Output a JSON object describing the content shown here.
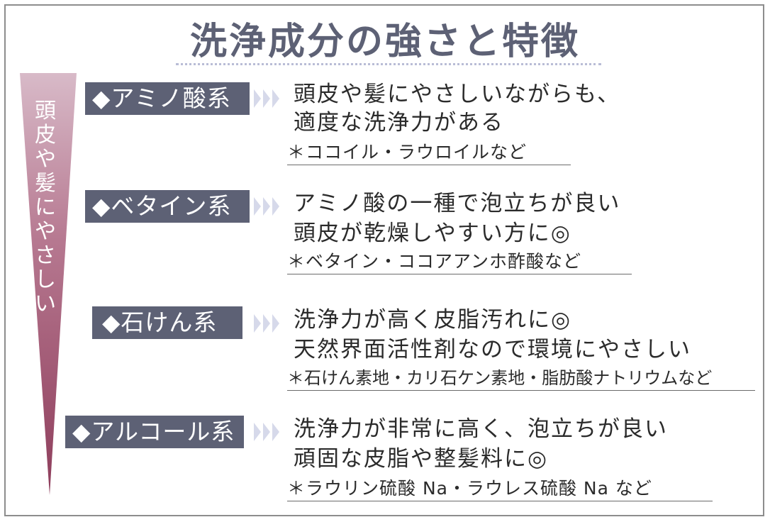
{
  "title": "洗浄成分の強さと特徴",
  "side_label": [
    "頭",
    "皮",
    "や",
    "髪",
    "に",
    "や",
    "さ",
    "し",
    "い"
  ],
  "rows": [
    {
      "category": "◆アミノ酸系",
      "line1": "頭皮や髪にやさしいながらも、",
      "line2": "適度な洗浄力がある",
      "example": "＊ココイル・ラウロイルなど"
    },
    {
      "category": "◆ベタイン系",
      "line1": "アミノ酸の一種で泡立ちが良い",
      "line2": "頭皮が乾燥しやすい方に◎",
      "example": "＊ベタイン・ココアアンホ酢酸など"
    },
    {
      "category": "◆石けん系",
      "line1": "洗浄力が高く皮脂汚れに◎",
      "line2": "天然界面活性剤なので環境にやさしい",
      "example": "＊石けん素地・カリ石ケン素地・脂肪酸ナトリウムなど"
    },
    {
      "category": "◆アルコール系",
      "line1": "洗浄力が非常に高く、泡立ちが良い",
      "line2": "頑固な皮脂や整髪料に◎",
      "example": "＊ラウリン硫酸 Na・ラウレス硫酸 Na など"
    }
  ],
  "colors": {
    "label_bg": "#5d6175",
    "title": "#5d6175",
    "funnel_top": "#c9a3b6",
    "funnel_bottom": "#9a4764",
    "arrow": "#d6d9ea"
  }
}
